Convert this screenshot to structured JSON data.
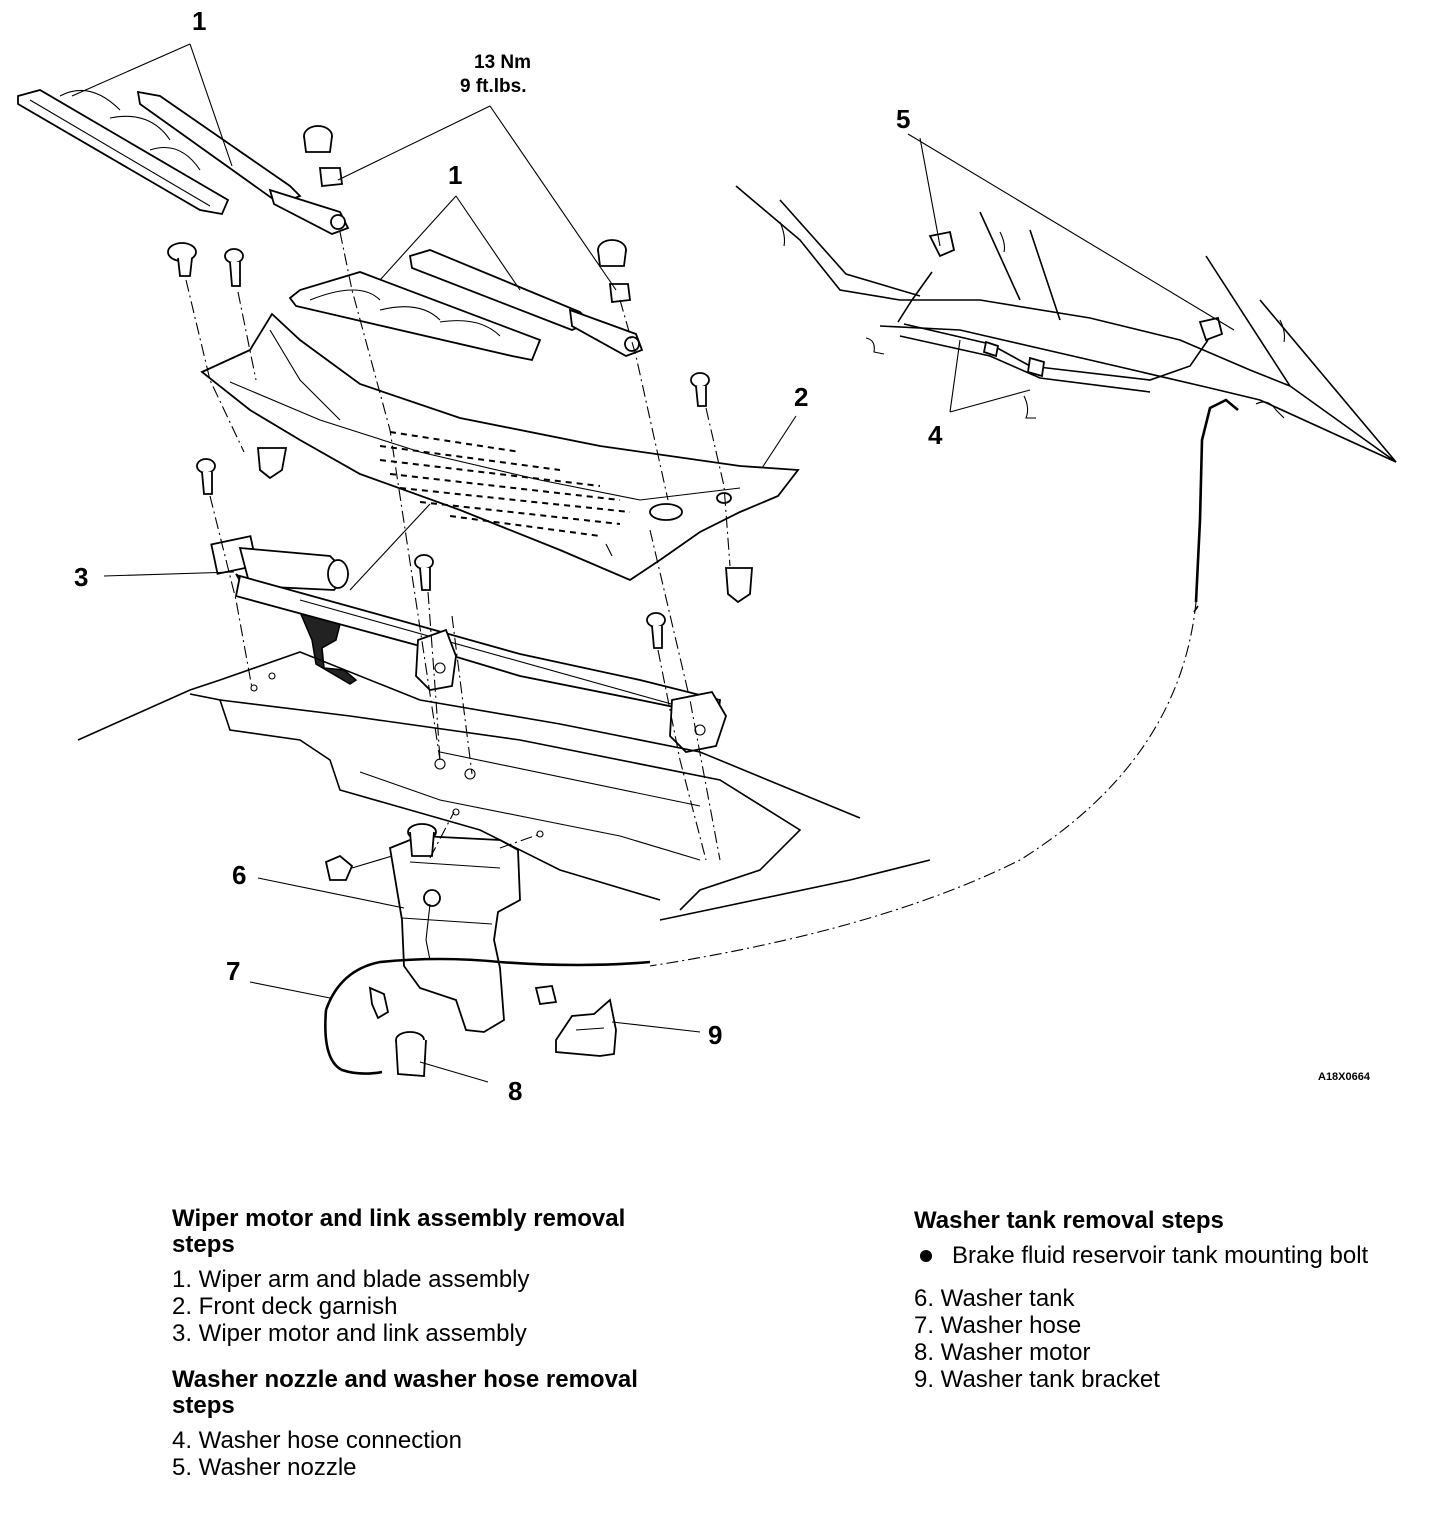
{
  "callouts": {
    "c1a": "1",
    "c1b": "1",
    "c2": "2",
    "c3": "3",
    "c4": "4",
    "c5": "5",
    "c6": "6",
    "c7": "7",
    "c8": "8",
    "c9": "9"
  },
  "torque": {
    "nm": "13 Nm",
    "ftlbs": "9 ft.lbs."
  },
  "figure_code": "A18X0664",
  "left_column": {
    "wiper_section": {
      "title": "Wiper motor and link assembly removal steps",
      "steps": [
        "1. Wiper arm and blade assembly",
        "2. Front deck garnish",
        "3. Wiper motor and link assembly"
      ]
    },
    "nozzle_section": {
      "title": "Washer nozzle and washer hose removal steps",
      "steps": [
        "4. Washer hose connection",
        "5. Washer nozzle"
      ]
    }
  },
  "right_column": {
    "tank_section": {
      "title": "Washer tank removal steps",
      "bullet": "Brake fluid reservoir tank mounting bolt",
      "steps": [
        "6. Washer tank",
        "7. Washer hose",
        "8. Washer motor",
        "9. Washer tank bracket"
      ]
    }
  }
}
